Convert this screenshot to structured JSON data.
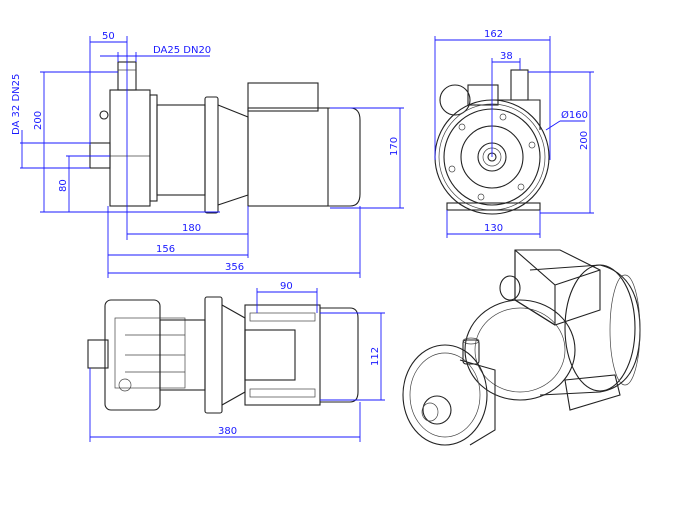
{
  "side_view": {
    "width_top": "50",
    "outlet": "DA25 DN20",
    "inlet": "DA 32 DN25",
    "height": "200",
    "inlet_height": "80",
    "foot_spacing": "180",
    "foot_offset": "156",
    "length": "356",
    "motor_height": "170"
  },
  "front_view": {
    "width": "162",
    "outlet_offset": "38",
    "diameter": "Ø160",
    "height": "200",
    "base_width": "130"
  },
  "top_view": {
    "foot_length": "90",
    "foot_width": "112",
    "total_length": "380"
  },
  "colors": {
    "dimension": "#1a1aff",
    "drawing": "#222222"
  }
}
